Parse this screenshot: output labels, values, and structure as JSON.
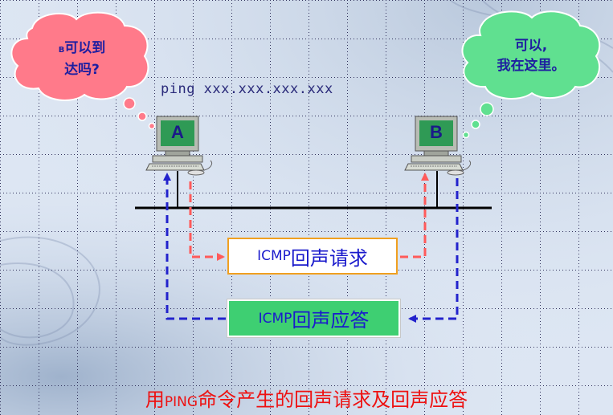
{
  "ping_command": "ping xxx.xxx.xxx.xxx",
  "host_a": {
    "label": "A",
    "speech": {
      "prefix": "B",
      "line1_rest": "可以到",
      "line2": "达吗?"
    }
  },
  "host_b": {
    "label": "B",
    "speech": {
      "line1": "可以,",
      "line2": "我在这里。"
    }
  },
  "request_box": {
    "prefix": "ICMP",
    "text": "回声请求"
  },
  "reply_box": {
    "prefix": "ICMP",
    "text": "回声应答"
  },
  "caption": {
    "part1": "用",
    "part2": "PING",
    "part3": "命令产生的回声请求及回声应答"
  },
  "colors": {
    "request_arrow": "#ff5a5a",
    "reply_arrow": "#2222cc",
    "reply_box_fill": "#3ecf72",
    "request_box_border": "#f0a020",
    "bubble_a_fill": "#ff7a8a",
    "bubble_b_fill": "#60e090",
    "caption": "#ee1111",
    "bubble_text": "#1e1ea0"
  }
}
